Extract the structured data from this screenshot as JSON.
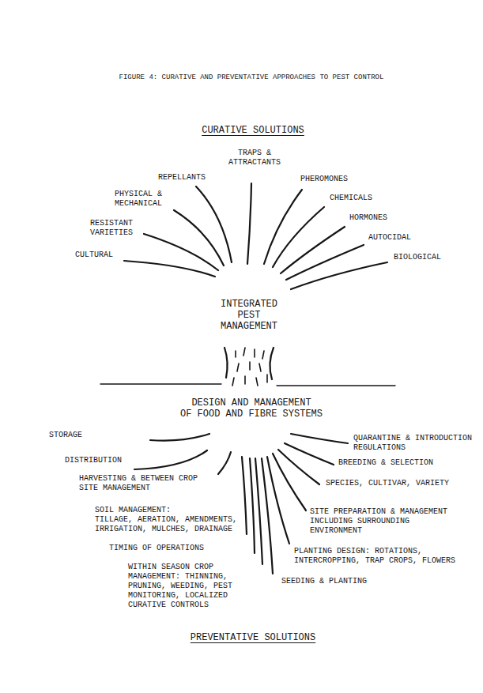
{
  "diagram": {
    "title": "FIGURE 4:  CURATIVE AND PREVENTATIVE APPROACHES TO PEST CONTROL",
    "labels": [
      "CURATIVE SOLUTIONS",
      "TRAPS & ATTRACTANTS",
      "REPELLANTS",
      "PHEROMONES",
      "PHYSICAL & MECHANICAL",
      "CHEMICALS",
      "RESISTANT VARIETIES",
      "HORMONES",
      "AUTOCIDAL",
      "CULTURAL",
      "BIOLOGICAL",
      "INTEGRATED PEST MANAGEMENT",
      "DESIGN AND MANAGEMENT OF FOOD AND FIBRE SYSTEMS",
      "STORAGE",
      "QUARANTINE & INTRODUCTION REGULATIONS",
      "DISTRIBUTION",
      "BREEDING & SELECTION",
      "HARVESTING & BETWEEN CROP SITE MANAGEMENT",
      "SPECIES, CULTIVAR, VARIETY",
      "SOIL MANAGEMENT: TILLAGE, AERATION, AMENDMENTS, IRRIGATION, MULCHES, DRAINAGE",
      "SITE PREPARATION & MANAGEMENT INCLUDING SURROUNDING ENVIRONMENT",
      "TIMING OF OPERATIONS",
      "PLANTING DESIGN: ROTATIONS, INTERCROPPING, TRAP CROPS, FLOWERS",
      "WITHIN SEASON CROP MANAGEMENT: THINNING, PRUNING, WEEDING, PEST MONITORING, LOCALIZED CURATIVE CONTROLS",
      "SEEDING & PLANTING",
      "PREVENTATIVE SOLUTIONS"
    ]
  }
}
